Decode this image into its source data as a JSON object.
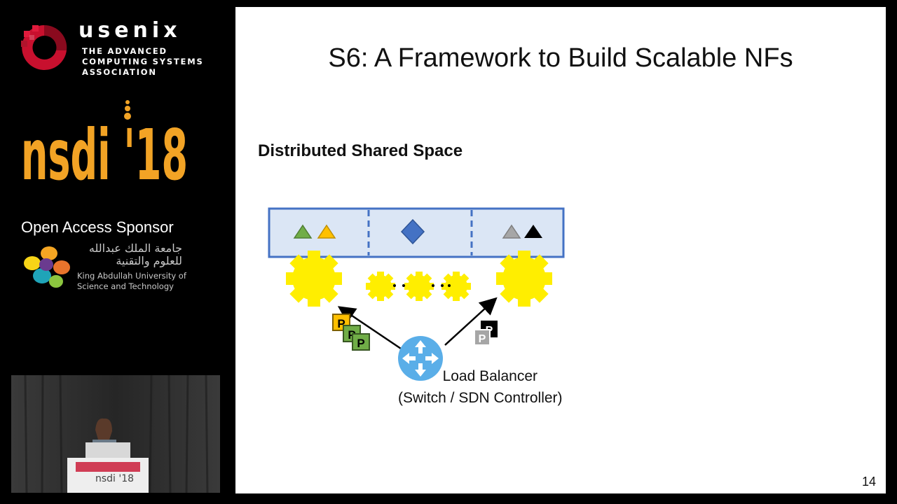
{
  "sidebar": {
    "usenix_name": "usenix",
    "usenix_sub_1": "THE ADVANCED",
    "usenix_sub_2": "COMPUTING SYSTEMS",
    "usenix_sub_3": "ASSOCIATION",
    "conference": "nsdi '18",
    "sponsor_label": "Open Access Sponsor",
    "kaust_arabic_1": "جامعة الملك عبدالله",
    "kaust_arabic_2": "للعلوم والتقنية",
    "kaust_en_1": "King Abdullah University of",
    "kaust_en_2": "Science and Technology",
    "podium_text": "nsdi '18"
  },
  "slide": {
    "title": "S6: A Framework to Build Scalable NFs",
    "subheading": "Distributed Shared Space",
    "packet_label": "P",
    "lb_label_1": "Load Balancer",
    "lb_label_2": "(Switch / SDN Controller)",
    "slide_number": "14"
  },
  "colors": {
    "shared_space_fill": "#dbe6f5",
    "shared_space_border": "#4472c4",
    "gear": "#ffee00",
    "green": "#70ad47",
    "gold": "#ffc000",
    "blue_diamond": "#4472c4",
    "gray": "#a6a6a6",
    "black": "#000000",
    "router": "#5aaee8",
    "nsdi_orange": "#f2a325"
  }
}
